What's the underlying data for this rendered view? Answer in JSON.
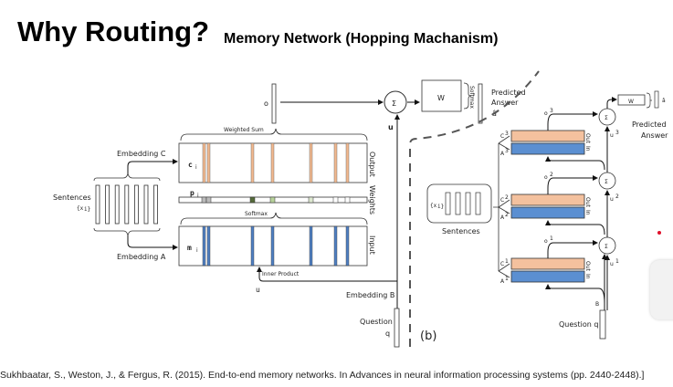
{
  "slide": {
    "title": "Why Routing?",
    "subtitle": "Memory Network (Hopping Machanism)",
    "citation": "Sukhbaatar, S., Weston, J., & Fergus, R. (2015). End-to-end memory networks. In Advances in neural information processing systems (pp. 2440-2448).]"
  },
  "diagram_a": {
    "o": "o",
    "u_top": "u",
    "u_bottom": "u",
    "sigma": "Σ",
    "weighted_sum": "Weighted Sum",
    "softmax": "Softmax",
    "c_i": "c",
    "c_sub": "i",
    "p_i": "p",
    "p_sub": "i",
    "m_i": "m",
    "m_sub": "i",
    "output": "Output",
    "weights": "Weights",
    "input": "Input",
    "embedding_c": "Embedding C",
    "embedding_a": "Embedding A",
    "embedding_b": "Embedding B",
    "sentences": "Sentences",
    "x_i": "{x",
    "x_sub": "i}",
    "inner_product": "Inner Product",
    "question": "Question",
    "q": "q",
    "w": "W",
    "softmax_right": "Softmax",
    "predicted": "Predicted",
    "answer": "Answer",
    "a_hat": "â"
  },
  "diagram_b": {
    "label": "(b)",
    "sentences": "Sentences",
    "x_i": "{x",
    "x_sub": "i}",
    "hops": [
      {
        "c": "C",
        "a": "A",
        "n": "3",
        "out": "Out",
        "in": "In",
        "o": "o",
        "u": "u"
      },
      {
        "c": "C",
        "a": "A",
        "n": "2",
        "out": "Out",
        "in": "In",
        "o": "o",
        "u": "u"
      },
      {
        "c": "C",
        "a": "A",
        "n": "1",
        "out": "Out",
        "in": "In",
        "o": "o",
        "u": "u"
      }
    ],
    "sigma": "Σ",
    "b": "B",
    "question": "Question q",
    "w": "W",
    "a_hat": "â",
    "predicted": "Predicted",
    "answer": "Answer"
  },
  "colors": {
    "output_stripe": "#f2b98f",
    "input_stripe": "#4f7fc2",
    "orange_box": "#f4c19e",
    "blue_box": "#5b8fd1"
  }
}
